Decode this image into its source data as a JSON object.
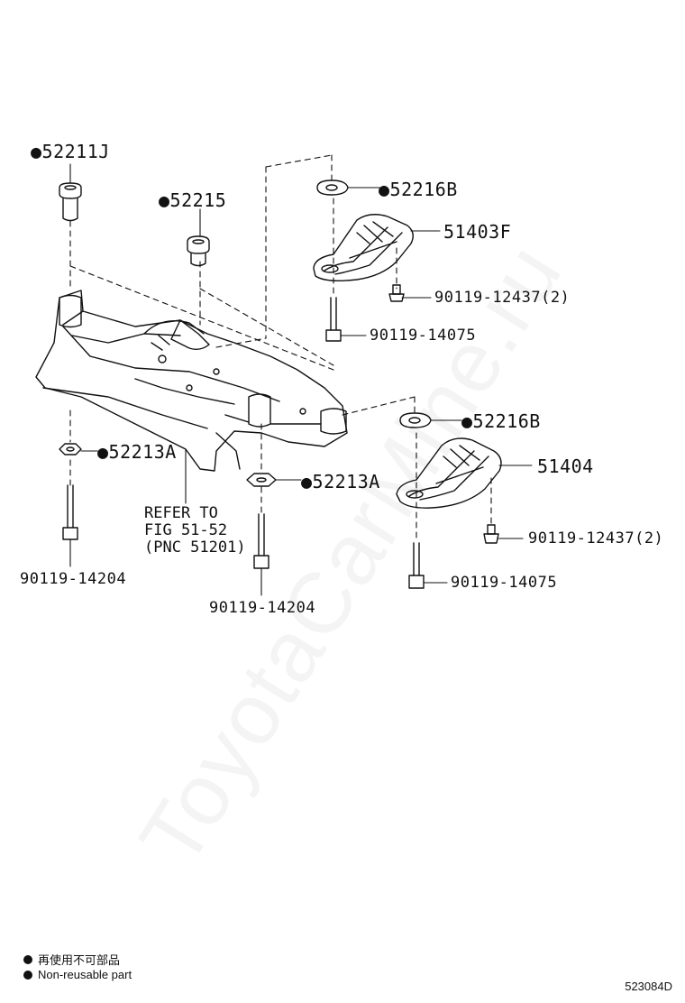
{
  "watermark": "ToyotaCarMine.ru",
  "diagram_code": "523084D",
  "callouts": {
    "p52211J": "●52211J",
    "p52215": "●52215",
    "p52216B_top": "●52216B",
    "p51403F": "51403F",
    "p90119_12437_a": "90119-12437(2)",
    "p90119_14075_a": "90119-14075",
    "p52216B_bot": "●52216B",
    "p51404": "51404",
    "p52213A_left": "●52213A",
    "p52213A_mid": "●52213A",
    "p90119_12437_b": "90119-12437(2)",
    "p90119_14075_b": "90119-14075",
    "p90119_14204_left": "90119-14204",
    "p90119_14204_mid": "90119-14204"
  },
  "refer": {
    "line1": "REFER TO",
    "line2": "FIG 51-52",
    "line3": "(PNC 51201)"
  },
  "legend": {
    "jp": "再使用不可部品",
    "en": "Non-reusable part"
  }
}
